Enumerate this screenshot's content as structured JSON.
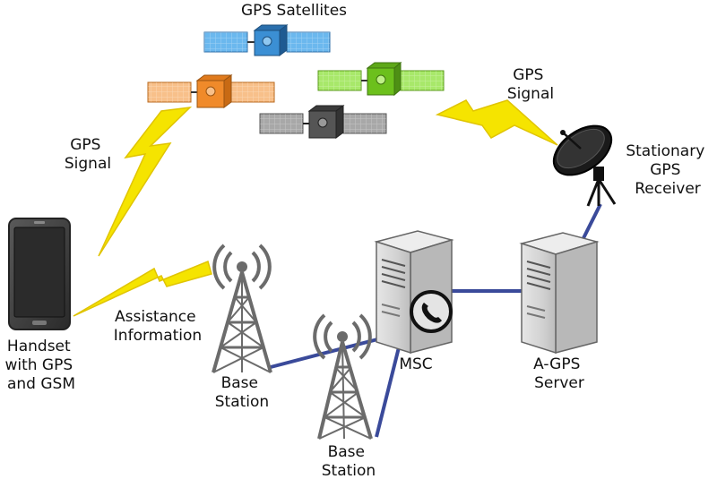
{
  "labels": {
    "satellites": "GPS Satellites",
    "gps_signal_left": [
      "GPS",
      "Signal"
    ],
    "gps_signal_right": [
      "GPS",
      "Signal"
    ],
    "receiver": [
      "Stationary",
      "GPS",
      "Receiver"
    ],
    "handset": [
      "Handset",
      "with GPS",
      "and GSM"
    ],
    "assistance": [
      "Assistance",
      "Information"
    ],
    "base_station_1": [
      "Base",
      "Station"
    ],
    "base_station_2": [
      "Base",
      "Station"
    ],
    "msc": "MSC",
    "agps_server": [
      "A-GPS",
      "Server"
    ]
  },
  "colors": {
    "link": "#3a4a9a",
    "lightning": "#f5e400",
    "satellite_blue": "#3b8fd4",
    "satellite_orange": "#f08a2a",
    "satellite_green": "#6cc01c",
    "satellite_gray": "#555555"
  }
}
